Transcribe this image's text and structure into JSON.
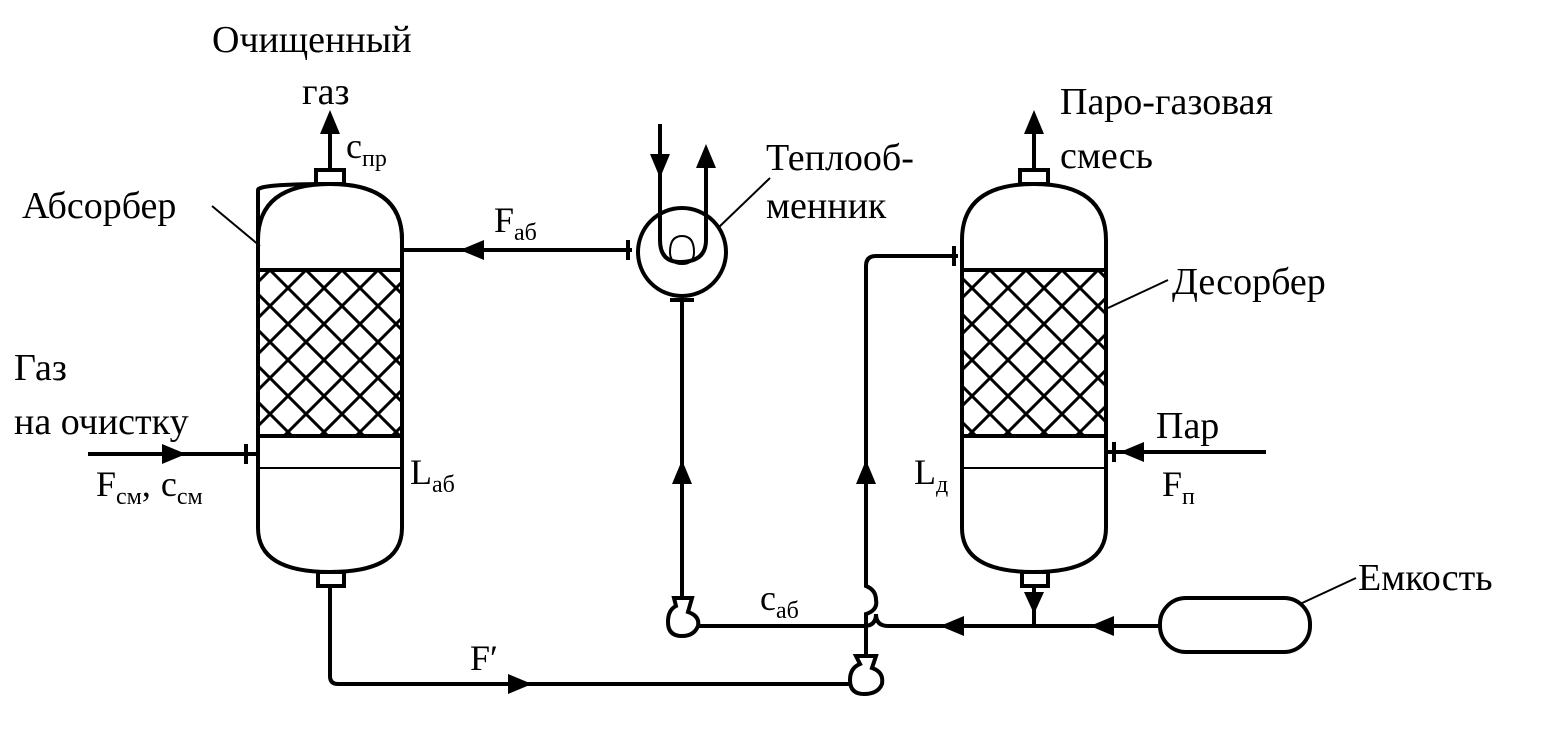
{
  "labels": {
    "purified_gas_line1": "Очищенный",
    "purified_gas_line2": "газ",
    "absorber": "Абсорбер",
    "gas_in_line1": "Газ",
    "gas_in_line2": "на очистку",
    "heat_exchanger_line1": "Теплооб-",
    "heat_exchanger_line2": "менник",
    "vapor_gas_line1": "Паро-газовая",
    "vapor_gas_line2": "смесь",
    "desorber": "Десорбер",
    "steam": "Пар",
    "tank": "Емкость"
  },
  "symbols": {
    "c_pr": {
      "base": "c",
      "sub": "пр"
    },
    "F_ab": {
      "base": "F",
      "sub": "аб"
    },
    "F_sm": {
      "base": "F",
      "sub": "см"
    },
    "sep": ",",
    "c_sm": {
      "base": "c",
      "sub": "см"
    },
    "L_ab": {
      "base": "L",
      "sub": "аб"
    },
    "L_d": {
      "base": "L",
      "sub": "д"
    },
    "F_p": {
      "base": "F",
      "sub": "п"
    },
    "c_ab": {
      "base": "c",
      "sub": "аб"
    },
    "F_prime": "F′"
  }
}
